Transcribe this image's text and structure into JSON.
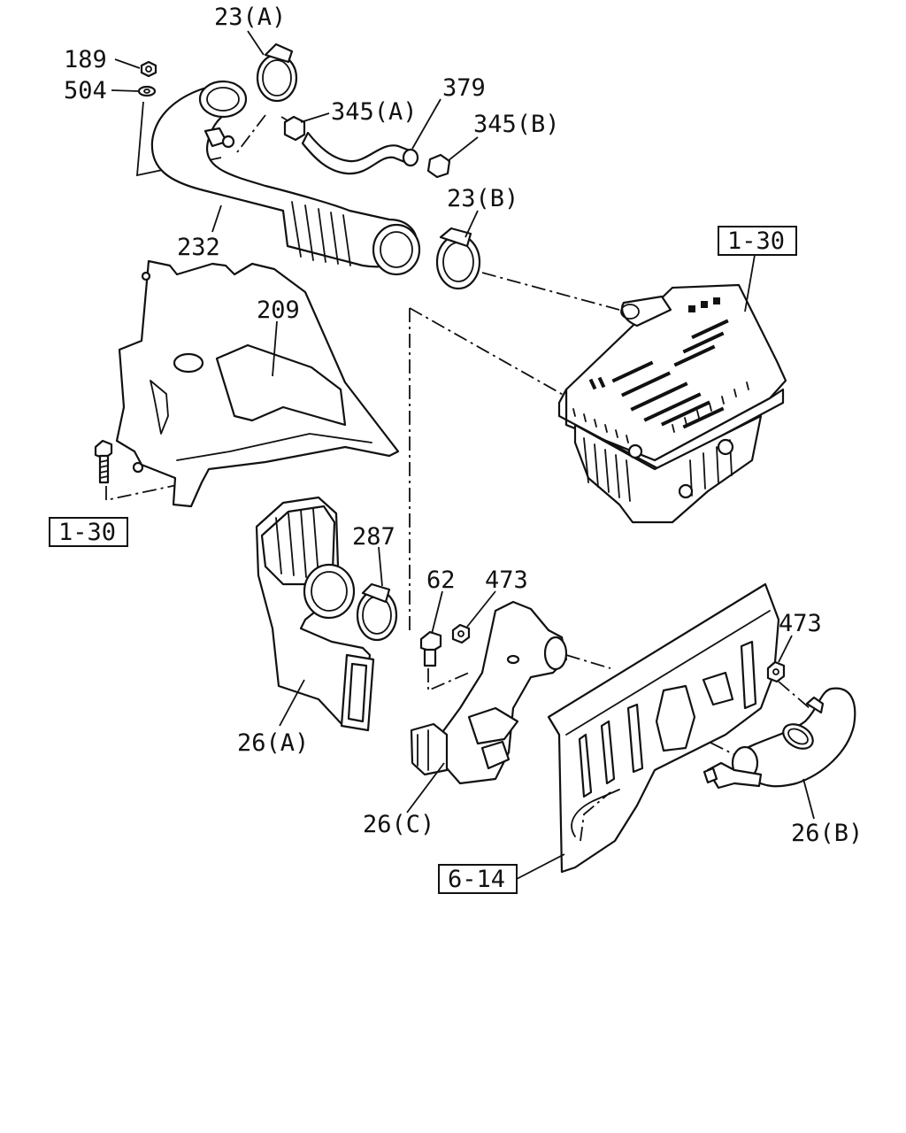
{
  "labels": {
    "p23a": "23(A)",
    "p189": "189",
    "p504": "504",
    "p345a": "345(A)",
    "p379": "379",
    "p345b": "345(B)",
    "p23b": "23(B)",
    "p232": "232",
    "ref130a": "1-30",
    "p209": "209",
    "ref130b": "1-30",
    "p287": "287",
    "p62": "62",
    "p473a": "473",
    "p473b": "473",
    "p26a": "26(A)",
    "p26c": "26(C)",
    "p26b": "26(B)",
    "ref614": "6-14"
  },
  "colors": {
    "line": "#111111",
    "background": "#ffffff"
  }
}
